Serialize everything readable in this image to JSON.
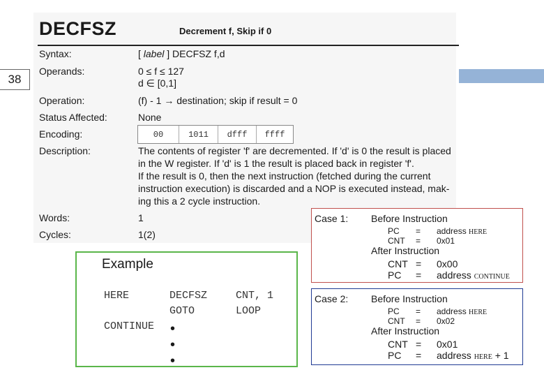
{
  "slide_number": "38",
  "instruction": {
    "mnemonic": "DECFSZ",
    "title": "Decrement f, Skip if 0",
    "rows": [
      {
        "label": "Syntax:",
        "value_label_italic": "label",
        "value_open": "[ ",
        "value_close": " ]   DECFSZ   f,d"
      },
      {
        "label": "Operands:",
        "value": "0 ≤ f ≤ 127",
        "value2": "d ∈ [0,1]"
      },
      {
        "label": "Operation:",
        "value": "(f) - 1 → destination; skip if result = 0"
      },
      {
        "label": "Status Affected:",
        "value": "None"
      },
      {
        "label": "Encoding:",
        "cells": [
          "00",
          "1011",
          "dfff",
          "ffff"
        ]
      },
      {
        "label": "Description:",
        "lines": [
          "The contents of register 'f' are decremented. If 'd' is 0 the result is placed",
          "in the W register. If 'd' is 1 the result is placed back in register 'f'.",
          "If the result is 0, then the next instruction (fetched during the current",
          "instruction execution) is discarded and a NOP is executed instead, mak-",
          "ing this a 2 cycle instruction."
        ]
      },
      {
        "label": "Words:",
        "value": "1"
      },
      {
        "label": "Cycles:",
        "value": "1(2)"
      }
    ]
  },
  "example": {
    "title": "Example",
    "lines": [
      {
        "label": "HERE",
        "op": "DECFSZ",
        "arg": "CNT, 1"
      },
      {
        "label": "",
        "op": "GOTO",
        "arg": "LOOP"
      },
      {
        "label": "CONTINUE",
        "op": "•",
        "arg": ""
      }
    ],
    "dots": [
      "•",
      "•"
    ]
  },
  "cases": [
    {
      "name": "Case 1:",
      "before": "Before Instruction",
      "before_rows": [
        {
          "reg": "PC",
          "eq": "=",
          "val": "address",
          "sym": "HERE",
          "tail": ""
        },
        {
          "reg": "CNT",
          "eq": "=",
          "val": "0x01",
          "sym": "",
          "tail": ""
        }
      ],
      "after": "After Instruction",
      "after_rows": [
        {
          "reg": "CNT",
          "eq": "=",
          "val": "0x00",
          "sym": "",
          "tail": ""
        },
        {
          "reg": "PC",
          "eq": "=",
          "val": "address",
          "sym": "CONTINUE",
          "tail": ""
        }
      ]
    },
    {
      "name": "Case 2:",
      "before": "Before Instruction",
      "before_rows": [
        {
          "reg": "PC",
          "eq": "=",
          "val": "address",
          "sym": "HERE",
          "tail": ""
        },
        {
          "reg": "CNT",
          "eq": "=",
          "val": "0x02",
          "sym": "",
          "tail": ""
        }
      ],
      "after": "After Instruction",
      "after_rows": [
        {
          "reg": "CNT",
          "eq": "=",
          "val": "0x01",
          "sym": "",
          "tail": ""
        },
        {
          "reg": "PC",
          "eq": "=",
          "val": "address",
          "sym": "HERE",
          "tail": " + 1"
        }
      ]
    }
  ],
  "colors": {
    "accent_bar": "#95b3d7",
    "example_border": "#5ab64a",
    "case1_border": "#c0504d",
    "case2_border": "#1f3a93"
  }
}
